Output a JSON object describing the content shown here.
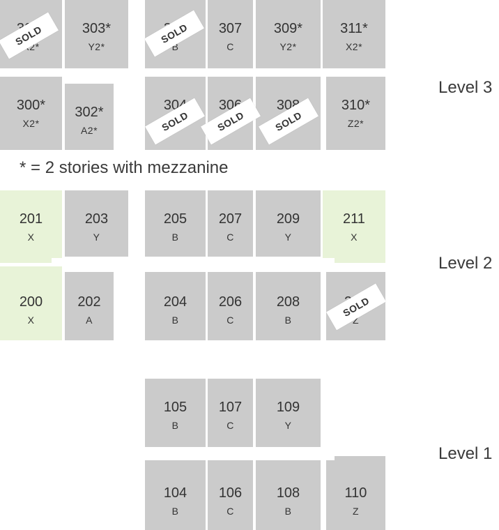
{
  "levels": {
    "level3": "Level 3",
    "level2": "Level 2",
    "level1": "Level 1"
  },
  "note": "* = 2 stories with mezzanine",
  "sold_label": "SOLD",
  "colors": {
    "unit_gray": "#cbcbcb",
    "unit_green": "#e8f3d8"
  },
  "units": {
    "u301": {
      "num": "301*",
      "type": "X2*"
    },
    "u303": {
      "num": "303*",
      "type": "Y2*"
    },
    "u305": {
      "num": "305",
      "type": "B"
    },
    "u307": {
      "num": "307",
      "type": "C"
    },
    "u309": {
      "num": "309*",
      "type": "Y2*"
    },
    "u311": {
      "num": "311*",
      "type": "X2*"
    },
    "u300": {
      "num": "300*",
      "type": "X2*"
    },
    "u302": {
      "num": "302*",
      "type": "A2*"
    },
    "u304": {
      "num": "304",
      "type": "B"
    },
    "u306": {
      "num": "306",
      "type": "C"
    },
    "u308": {
      "num": "308",
      "type": "B"
    },
    "u310": {
      "num": "310*",
      "type": "Z2*"
    },
    "u201": {
      "num": "201",
      "type": "X"
    },
    "u203": {
      "num": "203",
      "type": "Y"
    },
    "u205": {
      "num": "205",
      "type": "B"
    },
    "u207": {
      "num": "207",
      "type": "C"
    },
    "u209": {
      "num": "209",
      "type": "Y"
    },
    "u211": {
      "num": "211",
      "type": "X"
    },
    "u200": {
      "num": "200",
      "type": "X"
    },
    "u202": {
      "num": "202",
      "type": "A"
    },
    "u204": {
      "num": "204",
      "type": "B"
    },
    "u206": {
      "num": "206",
      "type": "C"
    },
    "u208": {
      "num": "208",
      "type": "B"
    },
    "u210": {
      "num": "210",
      "type": "Z"
    },
    "u105": {
      "num": "105",
      "type": "B"
    },
    "u107": {
      "num": "107",
      "type": "C"
    },
    "u109": {
      "num": "109",
      "type": "Y"
    },
    "u104": {
      "num": "104",
      "type": "B"
    },
    "u106": {
      "num": "106",
      "type": "C"
    },
    "u108": {
      "num": "108",
      "type": "B"
    },
    "u110": {
      "num": "110",
      "type": "Z"
    }
  }
}
